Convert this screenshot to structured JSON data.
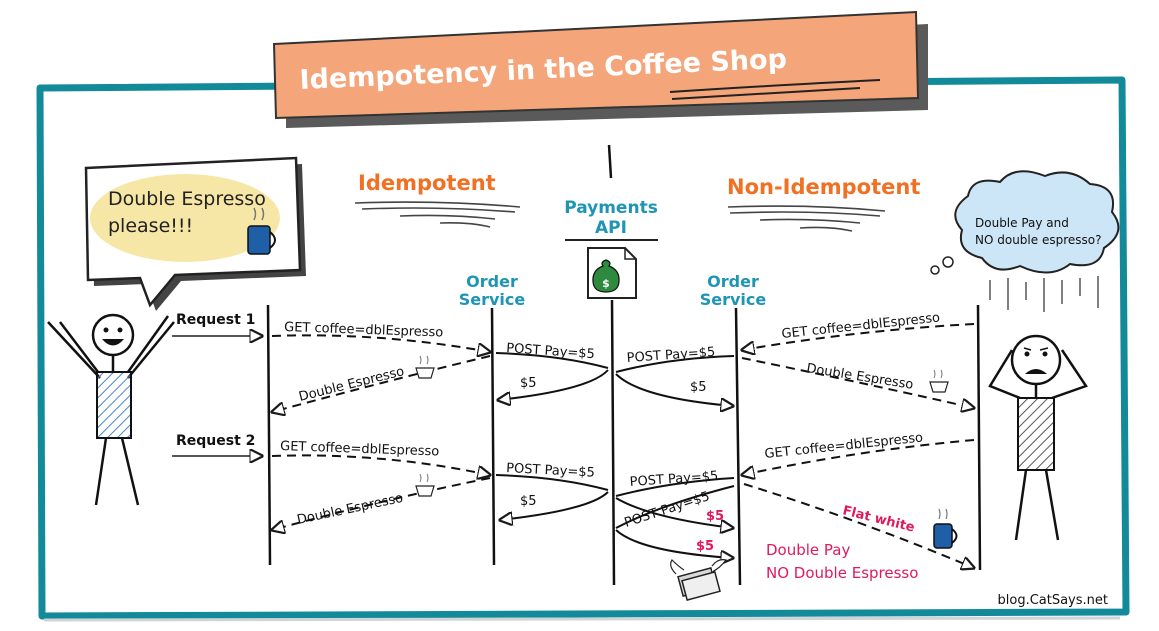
{
  "title": "Idempotency in the Coffee Shop",
  "left": {
    "speech": [
      "Double Espresso",
      "please!!!"
    ],
    "heading": "Idempotent",
    "request1_label": "Request 1",
    "request2_label": "Request 2",
    "service": [
      "Order",
      "Service"
    ],
    "get_coffee_1": "GET coffee=dblEspresso",
    "get_coffee_2": "GET coffee=dblEspresso",
    "post_pay_1": "POST Pay=$5",
    "post_pay_2": "POST Pay=$5",
    "pay_return_1": "$5",
    "pay_return_2": "$5",
    "double_espresso_1": "Double Espresso",
    "double_espresso_2": "Double Espresso"
  },
  "center": {
    "api": [
      "Payments",
      "API"
    ]
  },
  "right": {
    "heading": "Non-Idempotent",
    "thought": [
      "Double Pay and",
      "NO double espresso?"
    ],
    "service": [
      "Order",
      "Service"
    ],
    "get_coffee_1": "GET coffee=dblEspresso",
    "get_coffee_2": "GET coffee=dblEspresso",
    "post_pay_1": "POST Pay=$5",
    "post_pay_2": "POST Pay=$5",
    "post_pay_3": "POST Pay=$5",
    "pay_return_1": "$5",
    "pay_return_2": "$5",
    "pay_return_3": "$5",
    "double_espresso": "Double Espresso",
    "flat_white": "Flat white",
    "result": [
      "Double Pay",
      "NO Double Espresso"
    ]
  },
  "footer": "blog.CatSays.net",
  "colors": {
    "teal": "#138a9a",
    "orange_banner": "#f4a57a",
    "orange_text": "#f07024",
    "blue_text": "#1f95b5",
    "magenta": "#e0195e",
    "bubble_yellow": "#f7e7a6",
    "cloud_blue": "#cde6f7"
  }
}
